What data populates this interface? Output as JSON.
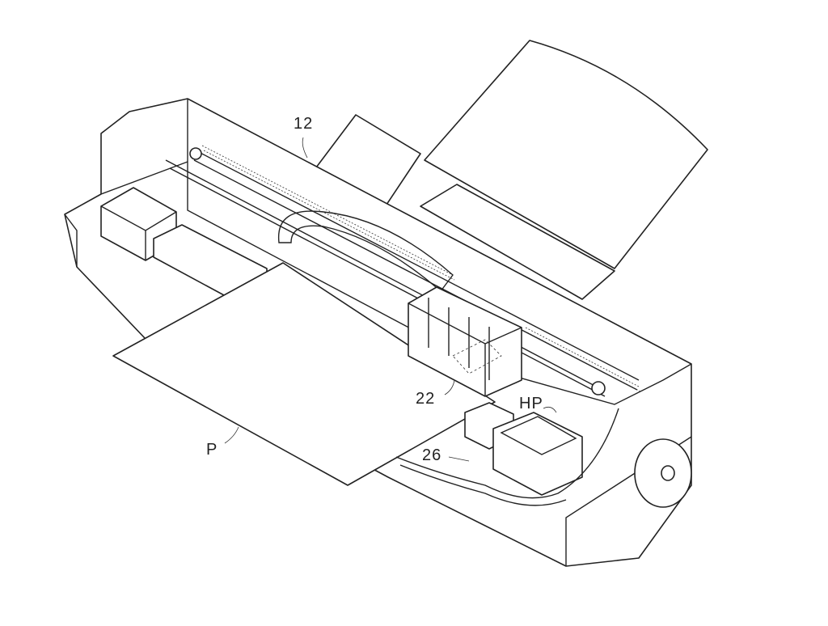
{
  "figure": {
    "labels": {
      "guide_rail": "12",
      "carriage": "22",
      "paper": "P",
      "home_position": "HP",
      "cap_unit": "26"
    }
  }
}
